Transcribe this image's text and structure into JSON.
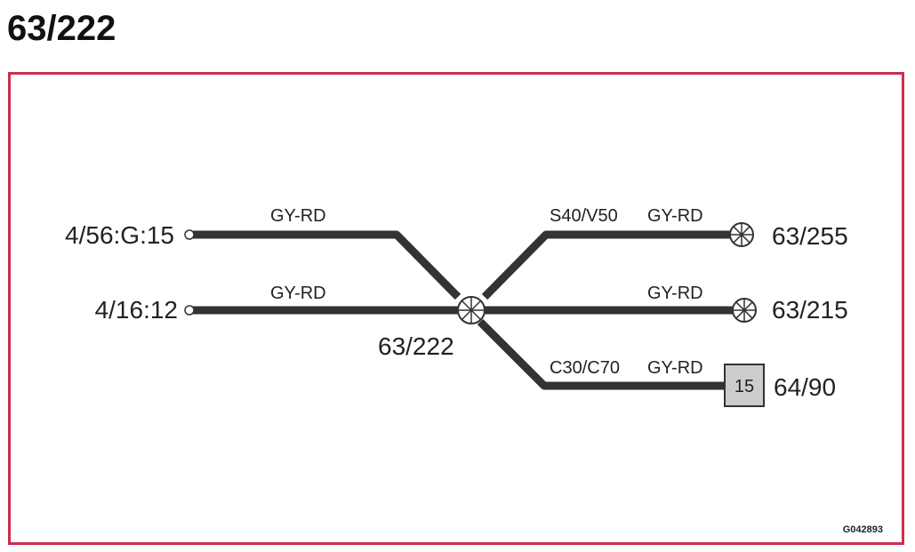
{
  "page": {
    "title": "63/222"
  },
  "colors": {
    "frame": "#cc2e4f",
    "wire": "#333333",
    "connector_box": "#cccccc"
  },
  "diagram": {
    "splice": {
      "label": "63/222",
      "icon": "splice-icon"
    },
    "left_terminals": [
      {
        "label": "4/56:G:15",
        "wire_color": "GY-RD",
        "icon": "terminal-pin-icon"
      },
      {
        "label": "4/16:12",
        "wire_color": "GY-RD",
        "icon": "terminal-pin-icon"
      }
    ],
    "right_branches": [
      {
        "option": "S40/V50",
        "wire_color": "GY-RD",
        "label": "63/255",
        "icon": "splice-icon"
      },
      {
        "option": "",
        "wire_color": "GY-RD",
        "label": "63/215",
        "icon": "splice-icon"
      },
      {
        "option": "C30/C70",
        "wire_color": "GY-RD",
        "label": "64/90",
        "pin": "15",
        "icon": "connector-box-icon"
      }
    ],
    "figure_code": "G042893"
  }
}
